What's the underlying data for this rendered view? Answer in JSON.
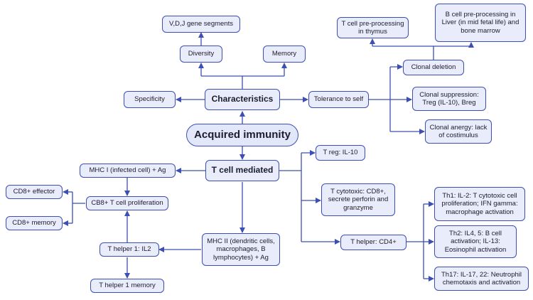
{
  "colors": {
    "edge": "#3d4fb5",
    "node_fill": "#e9ecfb",
    "node_border": "#3d4fb5"
  },
  "nodes": {
    "acquired_immunity": "Acquired immunity",
    "characteristics": "Characteristics",
    "specificity": "Specificity",
    "diversity": "Diversity",
    "memory": "Memory",
    "vdj_segments": "V,D,J gene segments",
    "tolerance_to_self": "Tolerance to self",
    "clonal_deletion": "Clonal deletion",
    "t_cell_preprocessing": "T cell pre-processing in thymus",
    "b_cell_preprocessing": "B cell pre-processing in Liver (in mid fetal life) and bone marrow",
    "clonal_suppression": "Clonal suppression: Treg (IL-10), Breg",
    "clonal_anergy": "Clonal anergy: lack of costimulus",
    "t_cell_mediated": "T cell mediated",
    "t_reg": "T reg: IL-10",
    "t_cytotoxic": "T cytotoxic: CD8+, secrete perforin and granzyme",
    "t_helper": "T helper: CD4+",
    "th1": "Th1: IL-2: T cytotoxic cell proliferation; IFN gamma: macrophage activation",
    "th2": "Th2: IL4, 5: B cell activation; IL-13: Eosinophil activation",
    "th17": "Th17: IL-17, 22: Neutrophil chemotaxis and activation",
    "mhc1": "MHC I (infected cell) + Ag",
    "cd8_proliferation": "CB8+ T cell proliferation",
    "cd8_effector": "CD8+ effector",
    "cd8_memory": "CD8+ memory",
    "mhc2": "MHC II (dendritic cells, macrophages, B lymphocytes) + Ag",
    "t_helper1": "T helper 1: IL2",
    "t_helper1_memory": "T helper 1 memory"
  }
}
